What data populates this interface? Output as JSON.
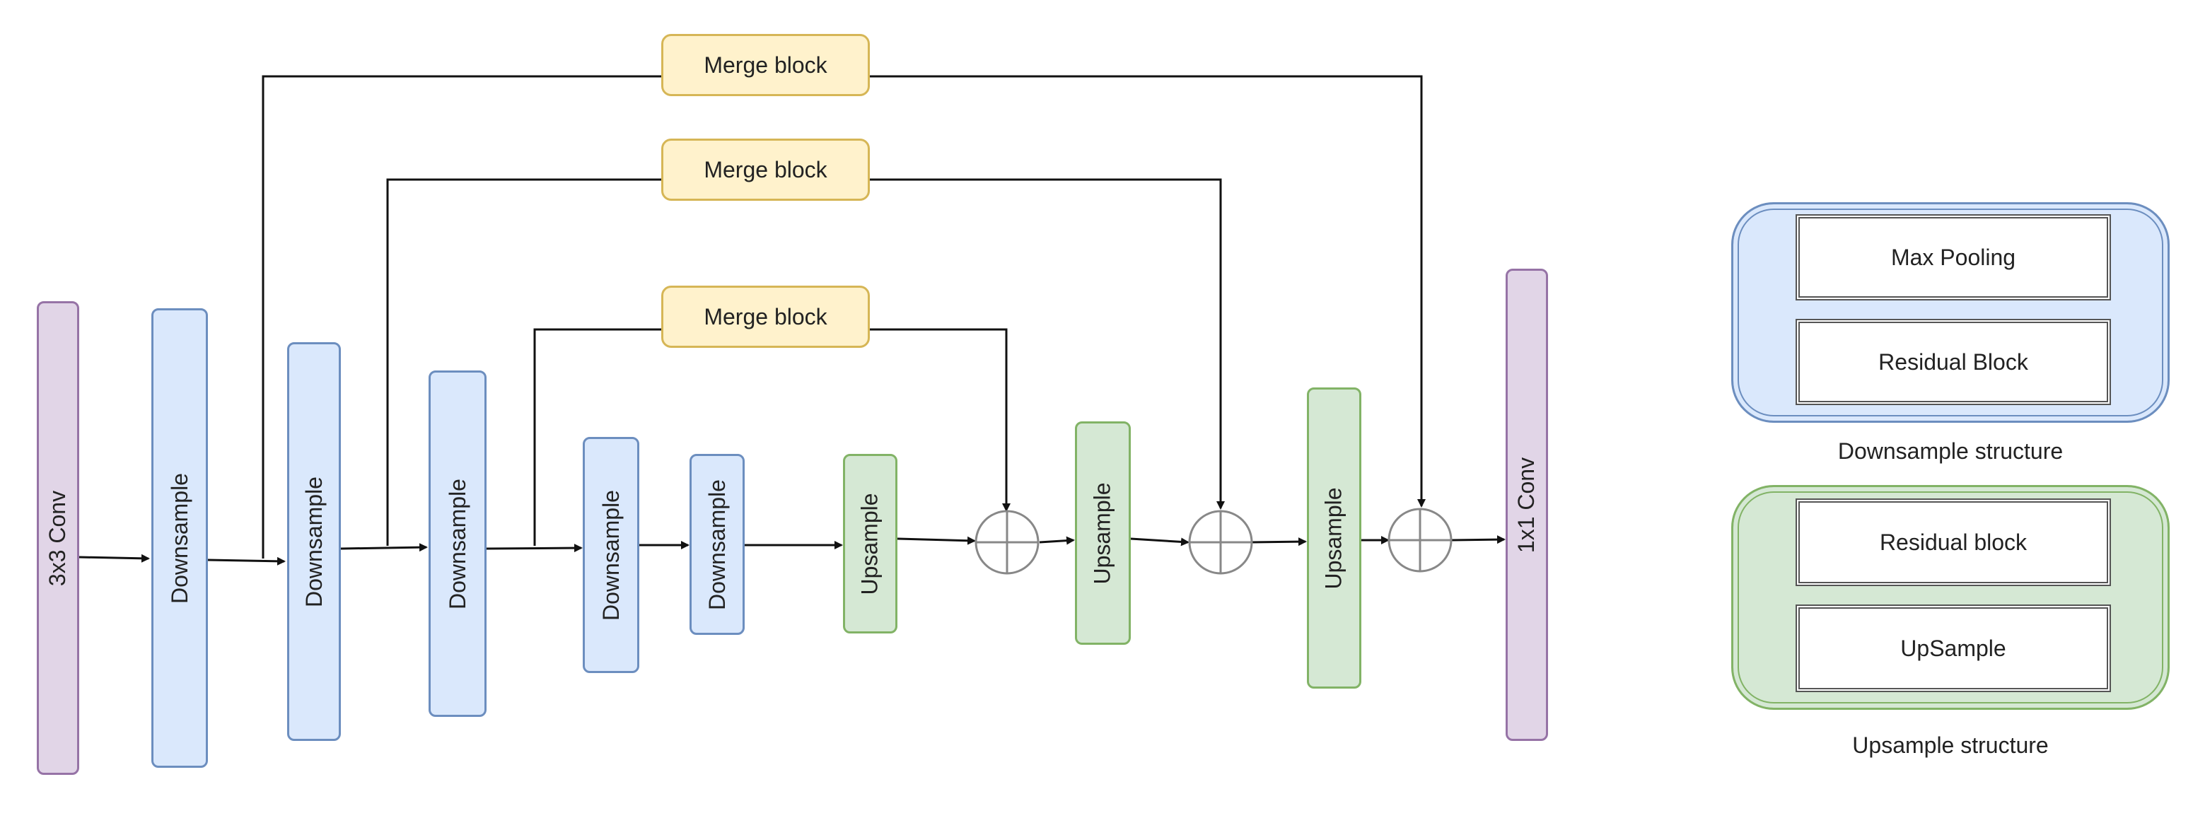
{
  "main_pipeline": {
    "conv_in": "3x3 Conv",
    "down1": "Downsample",
    "down2": "Downsample",
    "down3": "Downsample",
    "down4": "Downsample",
    "down5": "Downsample",
    "up1": "Upsample",
    "up2": "Upsample",
    "up3": "Upsample",
    "conv_out": "1x1 Conv"
  },
  "merge_blocks": [
    "Merge block",
    "Merge block",
    "Merge block"
  ],
  "legend": {
    "downsample": {
      "items": [
        "Max Pooling",
        "Residual Block"
      ],
      "caption": "Downsample structure"
    },
    "upsample": {
      "items": [
        "Residual block",
        "UpSample"
      ],
      "caption": "Upsample structure"
    }
  }
}
